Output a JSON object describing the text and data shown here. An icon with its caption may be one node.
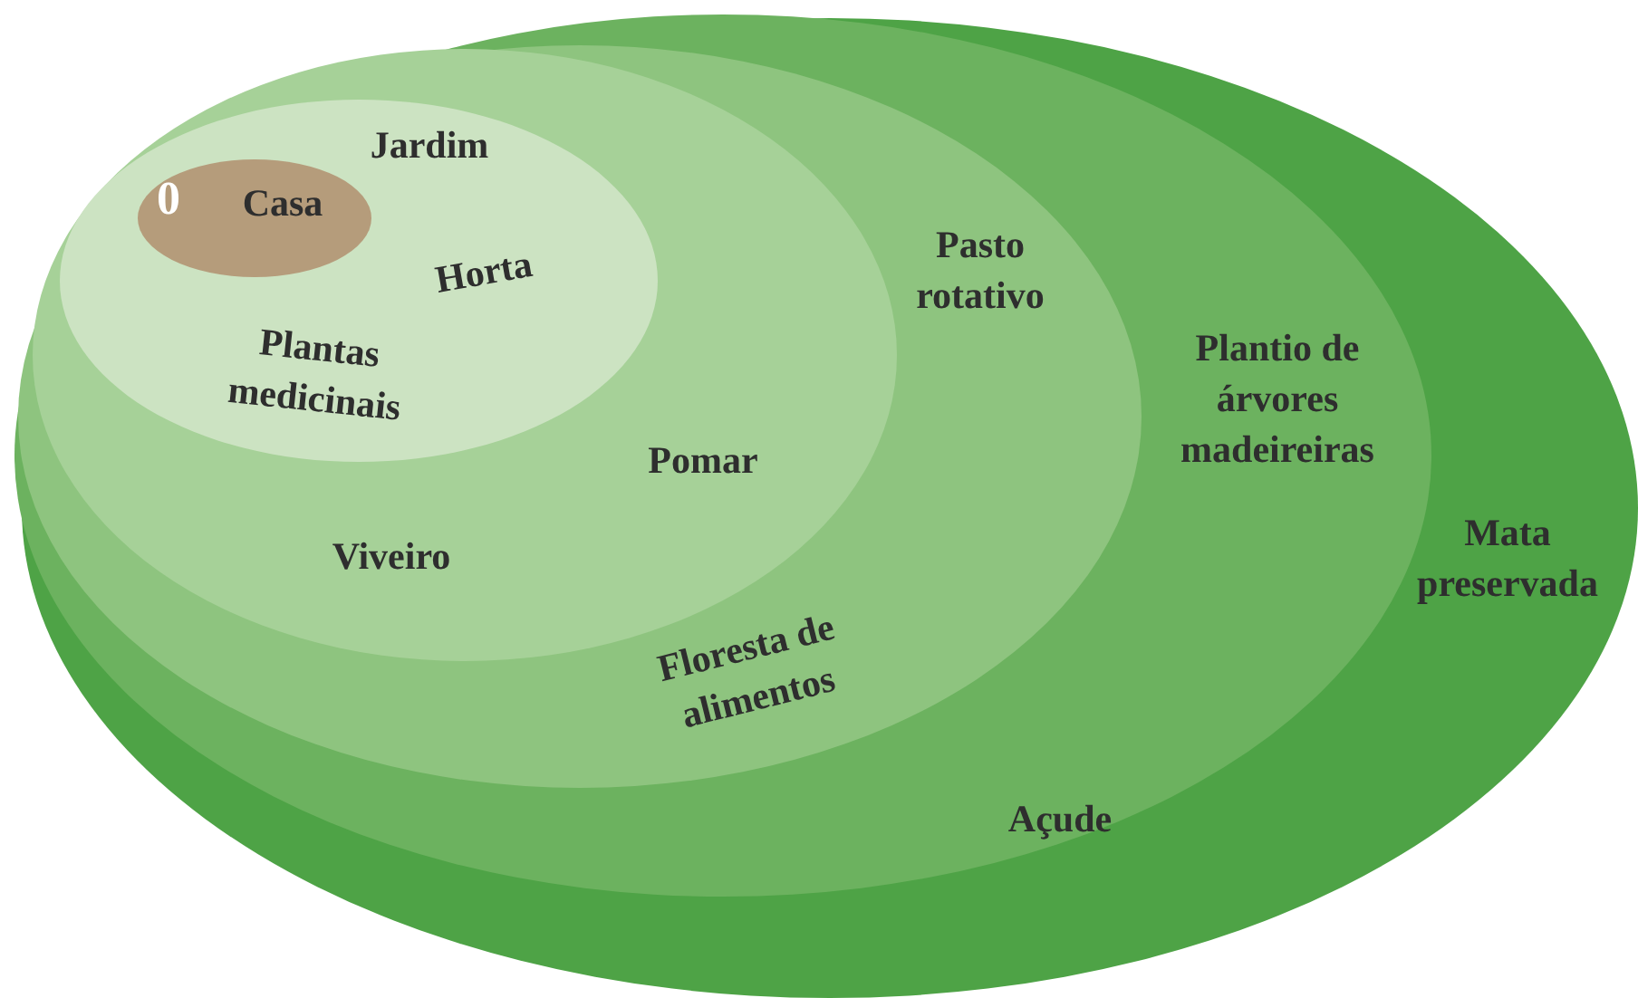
{
  "diagram": {
    "nodes": [
      {
        "text": [
          "Mata preservada"
        ]
      },
      {
        "text": [
          "Plantio de árvores madeireiras",
          "Açude"
        ],
        "in": 0
      },
      {
        "text": [
          "Pasto rotativo",
          "Floresta de alimentos"
        ],
        "in": 1
      },
      {
        "text": [
          "Pomar",
          "Viveiro"
        ],
        "in": 2
      },
      {
        "text": [
          "Jardim",
          "Horta",
          "Plantas medicinais"
        ],
        "in": 3
      },
      {
        "text": [
          "0",
          "Casa"
        ],
        "in": 4
      }
    ]
  }
}
